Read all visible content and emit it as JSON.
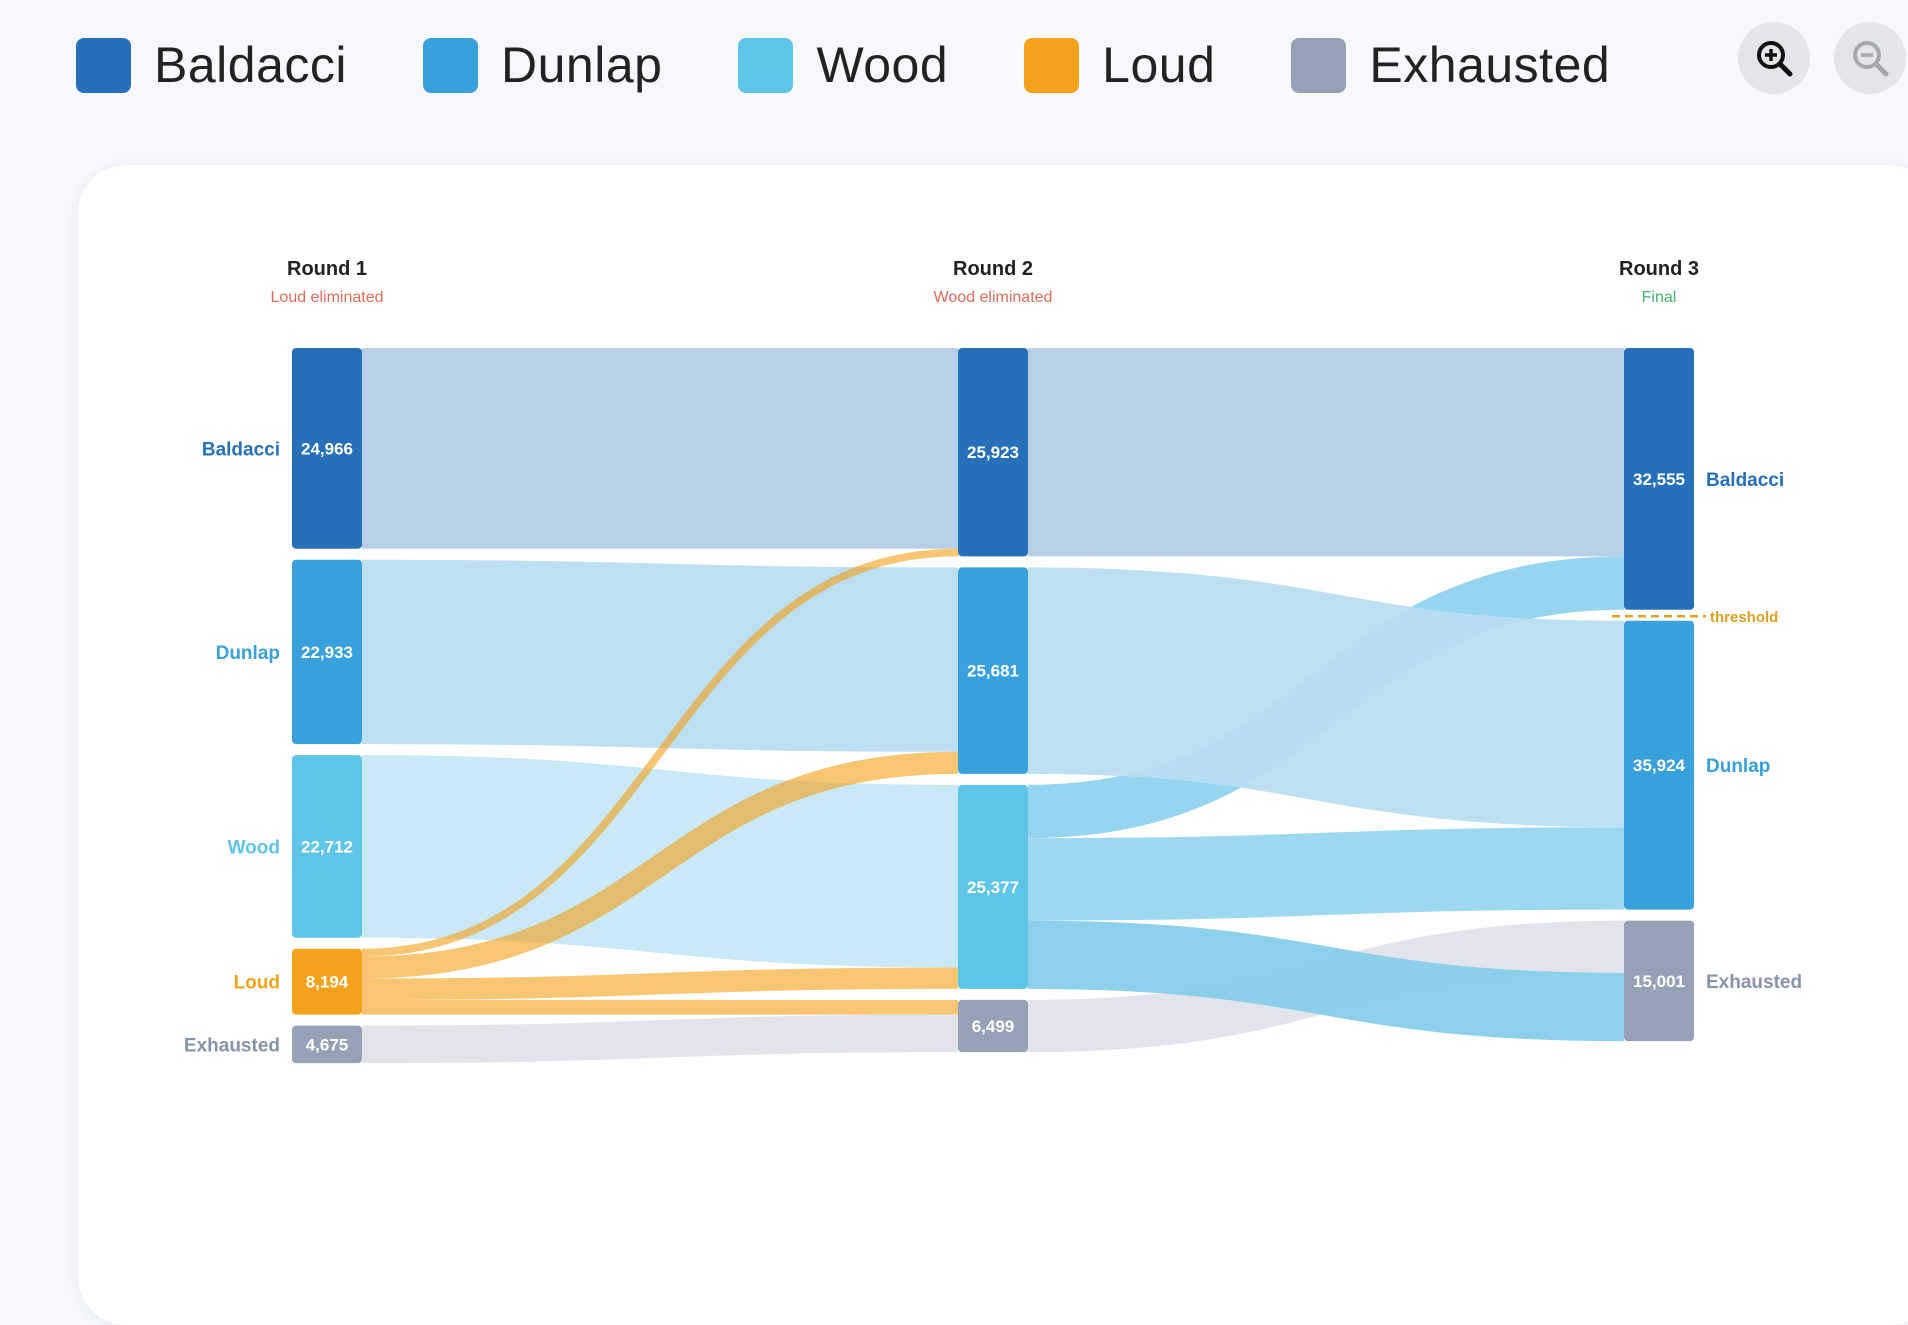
{
  "legend": [
    {
      "label": "Baldacci",
      "color": "#2670ba"
    },
    {
      "label": "Dunlap",
      "color": "#38a0da"
    },
    {
      "label": "Wood",
      "color": "#5ec4e8"
    },
    {
      "label": "Loud",
      "color": "#f4a21c"
    },
    {
      "label": "Exhausted",
      "color": "#95a2b5"
    }
  ],
  "toolbar": {
    "zoom_in_icon": "zoom-in-icon",
    "zoom_out_icon": "zoom-out-icon"
  },
  "chart_data": {
    "type": "sankey",
    "rounds": [
      {
        "title": "Round 1",
        "subtitle": "Loud eliminated",
        "subtitle_color": "#e06b5a"
      },
      {
        "title": "Round 2",
        "subtitle": "Wood eliminated",
        "subtitle_color": "#e06b5a"
      },
      {
        "title": "Round 3",
        "subtitle": "Final",
        "subtitle_color": "#3fb56c"
      }
    ],
    "nodes": [
      {
        "id": "r1-baldacci",
        "round": 0,
        "name": "Baldacci",
        "value": 24966,
        "label": "24,966",
        "color": "#2670ba",
        "name_color": "#2670ba"
      },
      {
        "id": "r1-dunlap",
        "round": 0,
        "name": "Dunlap",
        "value": 22933,
        "label": "22,933",
        "color": "#38a0da",
        "name_color": "#38a0da"
      },
      {
        "id": "r1-wood",
        "round": 0,
        "name": "Wood",
        "value": 22712,
        "label": "22,712",
        "color": "#5ec4e8",
        "name_color": "#5ec4e8"
      },
      {
        "id": "r1-loud",
        "round": 0,
        "name": "Loud",
        "value": 8194,
        "label": "8,194",
        "color": "#f4a21c",
        "name_color": "#f4a21c"
      },
      {
        "id": "r1-exhausted",
        "round": 0,
        "name": "Exhausted",
        "value": 4675,
        "label": "4,675",
        "color": "#95a2b5",
        "name_color": "#8794a8"
      },
      {
        "id": "r2-baldacci",
        "round": 1,
        "name": "",
        "value": 25923,
        "label": "25,923",
        "color": "#2670ba"
      },
      {
        "id": "r2-dunlap",
        "round": 1,
        "name": "",
        "value": 25681,
        "label": "25,681",
        "color": "#38a0da"
      },
      {
        "id": "r2-wood",
        "round": 1,
        "name": "",
        "value": 25377,
        "label": "25,377",
        "color": "#5ec4e8"
      },
      {
        "id": "r2-exhausted",
        "round": 1,
        "name": "",
        "value": 6499,
        "label": "6,499",
        "color": "#95a2b5"
      },
      {
        "id": "r3-baldacci",
        "round": 2,
        "name": "Baldacci",
        "value": 32555,
        "label": "32,555",
        "color": "#2670ba",
        "name_color": "#2670ba"
      },
      {
        "id": "r3-dunlap",
        "round": 2,
        "name": "Dunlap",
        "value": 35924,
        "label": "35,924",
        "color": "#38a0da",
        "name_color": "#38a0da"
      },
      {
        "id": "r3-exhausted",
        "round": 2,
        "name": "Exhausted",
        "value": 15001,
        "label": "15,001",
        "color": "#95a2b5",
        "name_color": "#8794a8"
      }
    ],
    "links": [
      {
        "source": "r1-baldacci",
        "target": "r2-baldacci",
        "value": 24966,
        "color": "#b3cde6"
      },
      {
        "source": "r1-dunlap",
        "target": "r2-dunlap",
        "value": 22933,
        "color": "#b8ddf1"
      },
      {
        "source": "r1-wood",
        "target": "r2-wood",
        "value": 22712,
        "color": "#c6e8f5"
      },
      {
        "source": "r1-loud",
        "target": "r2-baldacci",
        "value": 957,
        "color": "#f4a21c"
      },
      {
        "source": "r1-loud",
        "target": "r2-dunlap",
        "value": 2748,
        "color": "#f4a21c"
      },
      {
        "source": "r1-loud",
        "target": "r2-wood",
        "value": 2665,
        "color": "#f4a21c"
      },
      {
        "source": "r1-loud",
        "target": "r2-exhausted",
        "value": 1824,
        "color": "#f4a21c"
      },
      {
        "source": "r1-exhausted",
        "target": "r2-exhausted",
        "value": 4675,
        "color": "#dfe3ea"
      },
      {
        "source": "r2-baldacci",
        "target": "r3-baldacci",
        "value": 25923,
        "color": "#b3cde6"
      },
      {
        "source": "r2-wood",
        "target": "r3-baldacci",
        "value": 6632,
        "color": "#8fd3ee"
      },
      {
        "source": "r2-dunlap",
        "target": "r3-dunlap",
        "value": 25681,
        "color": "#b8ddf1"
      },
      {
        "source": "r2-wood",
        "target": "r3-dunlap",
        "value": 10243,
        "color": "#97d6ef"
      },
      {
        "source": "r2-exhausted",
        "target": "r3-exhausted",
        "value": 6499,
        "color": "#dfe3ea"
      },
      {
        "source": "r2-wood",
        "target": "r3-exhausted",
        "value": 8502,
        "color": "#86cdea"
      }
    ],
    "threshold": {
      "label": "threshold",
      "color": "#e0a020"
    }
  }
}
